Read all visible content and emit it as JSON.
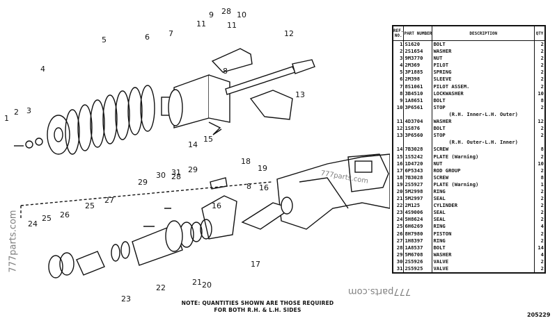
{
  "diagram": {
    "callouts": [
      "1",
      "2",
      "3",
      "4",
      "5",
      "6",
      "7",
      "8",
      "8",
      "9",
      "10",
      "11",
      "11",
      "12",
      "13",
      "14",
      "15",
      "16",
      "16",
      "17",
      "18",
      "19",
      "20",
      "21",
      "22",
      "23",
      "24",
      "25",
      "25",
      "26",
      "27",
      "28",
      "28",
      "29",
      "29",
      "30",
      "31"
    ],
    "note_line1": "NOTE: QUANTITIES SHOWN ARE THOSE REQUIRED",
    "note_line2": "FOR BOTH R.H. & L.H. SIDES",
    "figure_number": "205229",
    "watermark_left": "777parts.com",
    "watermark_mid": "777parts.com",
    "watermark_bottom": "777parts.com"
  },
  "table": {
    "headers": {
      "ref": "REF. NO.",
      "part": "PART NUMBER",
      "desc": "DESCRIPTION",
      "qty": "QTY"
    },
    "rows": [
      {
        "ref": "1",
        "part": "S1620",
        "desc": "BOLT",
        "qty": "2"
      },
      {
        "ref": "2",
        "part": "2S1654",
        "desc": "WASHER",
        "qty": "2"
      },
      {
        "ref": "3",
        "part": "9M3770",
        "desc": "NUT",
        "qty": "2"
      },
      {
        "ref": "4",
        "part": "2M369",
        "desc": "PILOT",
        "qty": "2"
      },
      {
        "ref": "5",
        "part": "3P1885",
        "desc": "SPRING",
        "qty": "2"
      },
      {
        "ref": "6",
        "part": "2M398",
        "desc": "SLEEVE",
        "qty": "2"
      },
      {
        "ref": "7",
        "part": "8S1061",
        "desc": "PILOT ASSEM.",
        "qty": "2"
      },
      {
        "ref": "8",
        "part": "3B4510",
        "desc": "LOCKWASHER",
        "qty": "10"
      },
      {
        "ref": "9",
        "part": "1A8651",
        "desc": "BOLT",
        "qty": "8"
      },
      {
        "ref": "10",
        "part": "3P6561",
        "desc": "STOP",
        "qty": "2"
      },
      {
        "ref": "",
        "part": "",
        "desc": "(R.H. Inner-L.H. Outer)",
        "qty": ""
      },
      {
        "ref": "11",
        "part": "4D3704",
        "desc": "WASHER",
        "qty": "12"
      },
      {
        "ref": "12",
        "part": "1S876",
        "desc": "BOLT",
        "qty": "2"
      },
      {
        "ref": "13",
        "part": "3P6560",
        "desc": "STOP",
        "qty": "2"
      },
      {
        "ref": "",
        "part": "",
        "desc": "(R.H. Outer-L.H. Inner)",
        "qty": ""
      },
      {
        "ref": "14",
        "part": "7B3028",
        "desc": "SCREW",
        "qty": "8"
      },
      {
        "ref": "15",
        "part": "1S5242",
        "desc": "PLATE (Warning)",
        "qty": "2"
      },
      {
        "ref": "16",
        "part": "1D4720",
        "desc": "NUT",
        "qty": "10"
      },
      {
        "ref": "17",
        "part": "6P5343",
        "desc": "ROD GROUP",
        "qty": "2"
      },
      {
        "ref": "18",
        "part": "7B3028",
        "desc": "SCREW",
        "qty": "8"
      },
      {
        "ref": "19",
        "part": "2S5927",
        "desc": "PLATE (Warning)",
        "qty": "1"
      },
      {
        "ref": "20",
        "part": "5M2998",
        "desc": "RING",
        "qty": "2"
      },
      {
        "ref": "21",
        "part": "5M2997",
        "desc": "SEAL",
        "qty": "2"
      },
      {
        "ref": "22",
        "part": "2M125",
        "desc": "CYLINDER",
        "qty": "2"
      },
      {
        "ref": "23",
        "part": "4S9006",
        "desc": "SEAL",
        "qty": "2"
      },
      {
        "ref": "24",
        "part": "5H8624",
        "desc": "SEAL",
        "qty": "2"
      },
      {
        "ref": "25",
        "part": "6H6269",
        "desc": "RING",
        "qty": "4"
      },
      {
        "ref": "26",
        "part": "8H7980",
        "desc": "PISTON",
        "qty": "2"
      },
      {
        "ref": "27",
        "part": "1H8397",
        "desc": "RING",
        "qty": "2"
      },
      {
        "ref": "28",
        "part": "1A8537",
        "desc": "BOLT",
        "qty": "14"
      },
      {
        "ref": "29",
        "part": "5M6708",
        "desc": "WASHER",
        "qty": "4"
      },
      {
        "ref": "30",
        "part": "2S5926",
        "desc": "VALVE",
        "qty": "2"
      },
      {
        "ref": "31",
        "part": "2S5925",
        "desc": "VALVE",
        "qty": "2"
      }
    ]
  }
}
